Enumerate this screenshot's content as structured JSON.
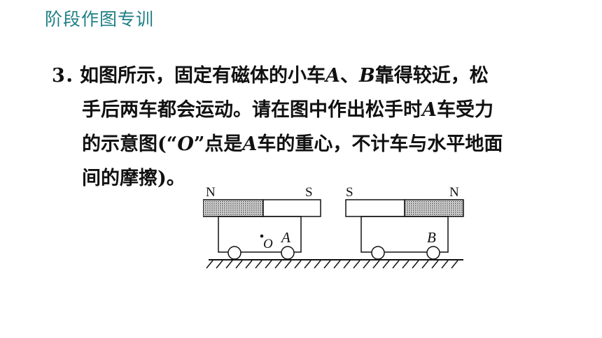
{
  "header": {
    "title": "阶段作图专训"
  },
  "question": {
    "number": "3．",
    "line1_a": "如图所示，固定有磁体的小车",
    "car_a": "A",
    "sep": "、",
    "car_b": "B",
    "line1_b": "靠得较近，松",
    "line2_a": "手后两车都会运动。请在图中作出松手时",
    "line2_car": "A",
    "line2_b": "车受力",
    "line3_a": "的示意图(“",
    "line3_o": "O",
    "line3_b": "”点是",
    "line3_car": "A",
    "line3_c": "车的重心，不计车与水平地面",
    "line4": "间的摩擦)。"
  },
  "figure": {
    "left_magnet": {
      "n_label": "N",
      "s_label": "S"
    },
    "right_magnet": {
      "s_label": "S",
      "n_label": "N"
    },
    "center_label": "O",
    "car_a_label": "A",
    "car_b_label": "B"
  }
}
